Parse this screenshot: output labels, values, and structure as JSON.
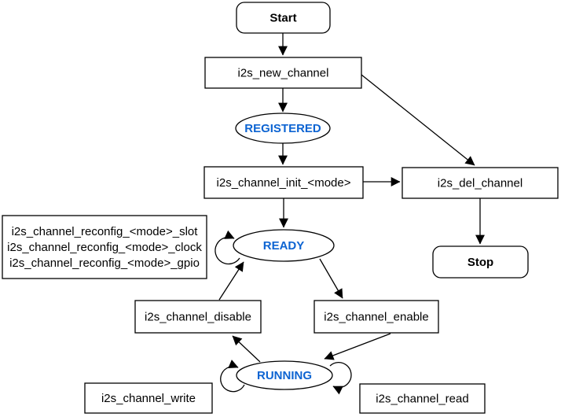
{
  "diagram": {
    "type": "flowchart-state-machine",
    "colors": {
      "state_text": "#0D64D2",
      "node_text": "#000000",
      "shape_stroke": "#000000",
      "shape_fill": "#FFFFFF",
      "background": "#FFFFFF"
    },
    "nodes": {
      "start": {
        "label": "Start",
        "shape": "rounded-rect"
      },
      "new_channel": {
        "label": "i2s_new_channel",
        "shape": "rect"
      },
      "registered": {
        "label": "REGISTERED",
        "shape": "ellipse"
      },
      "init": {
        "label": "i2s_channel_init_<mode>",
        "shape": "rect"
      },
      "del_channel": {
        "label": "i2s_del_channel",
        "shape": "rect"
      },
      "stop": {
        "label": "Stop",
        "shape": "rounded-rect"
      },
      "ready": {
        "label": "READY",
        "shape": "ellipse"
      },
      "reconfig": {
        "shape": "rect",
        "lines": [
          "i2s_channel_reconfig_<mode>_slot",
          "i2s_channel_reconfig_<mode>_clock",
          "i2s_channel_reconfig_<mode>_gpio"
        ]
      },
      "disable": {
        "label": "i2s_channel_disable",
        "shape": "rect"
      },
      "enable": {
        "label": "i2s_channel_enable",
        "shape": "rect"
      },
      "running": {
        "label": "RUNNING",
        "shape": "ellipse"
      },
      "write": {
        "label": "i2s_channel_write",
        "shape": "rect"
      },
      "read": {
        "label": "i2s_channel_read",
        "shape": "rect"
      }
    },
    "edges": [
      {
        "from": "start",
        "to": "new_channel"
      },
      {
        "from": "new_channel",
        "to": "registered"
      },
      {
        "from": "new_channel",
        "to": "del_channel"
      },
      {
        "from": "registered",
        "to": "init"
      },
      {
        "from": "init",
        "to": "del_channel"
      },
      {
        "from": "init",
        "to": "ready"
      },
      {
        "from": "del_channel",
        "to": "stop"
      },
      {
        "from": "ready",
        "to": "ready",
        "note": "self-loop (reconfig)"
      },
      {
        "from": "ready",
        "to": "enable"
      },
      {
        "from": "disable",
        "to": "ready"
      },
      {
        "from": "enable",
        "to": "running"
      },
      {
        "from": "running",
        "to": "disable"
      },
      {
        "from": "running",
        "to": "running",
        "note": "self-loop left (write)"
      },
      {
        "from": "running",
        "to": "running",
        "note": "self-loop right (read)"
      }
    ]
  }
}
